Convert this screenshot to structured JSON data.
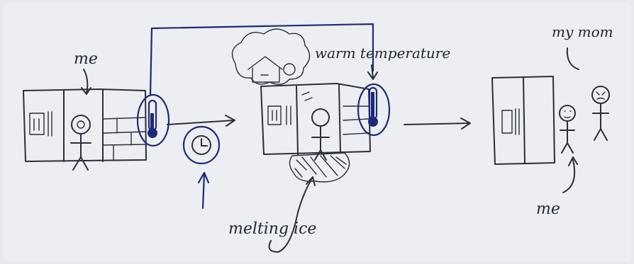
{
  "labels": {
    "me_top": "me",
    "warm_temperature": "warm temperature",
    "melting_ice": "melting ice",
    "my_mom": "my mom",
    "me_bottom": "me"
  },
  "colors": {
    "paper": "#e7e9ec",
    "pencil": "#2a2f3a",
    "blue_ink": "#1d2a7a"
  },
  "icons": [
    "fridge-icon",
    "stick-figure-icon",
    "thermometer-icon",
    "clock-icon",
    "cloud-icon",
    "house-icon",
    "arrow-icon"
  ]
}
